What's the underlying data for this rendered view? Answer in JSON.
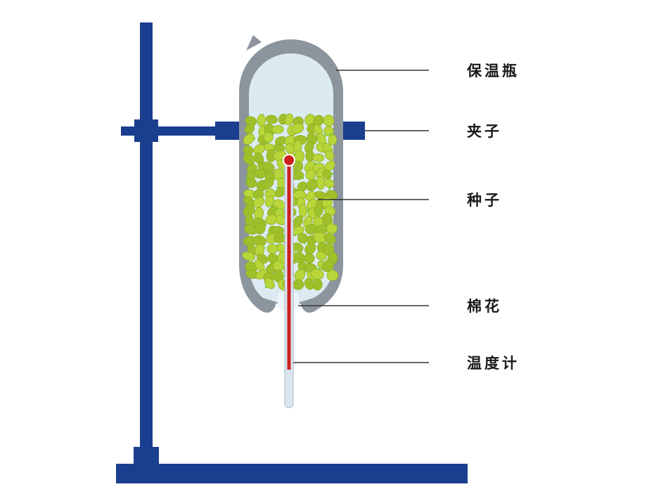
{
  "colors": {
    "stand": "#1b3f8f",
    "flask_wall": "#8c949e",
    "flask_inner": "#dcebf2",
    "seed_fill": "#b8d63a",
    "seed_shade": "#9fc02a",
    "sprout": "#6fd23a",
    "thermometer_liquid": "#cc1f1f",
    "thermometer_glass": "#d9e6f0"
  },
  "labels": {
    "flask": "保温瓶",
    "clamp": "夹子",
    "seeds": "种子",
    "cotton": "棉花",
    "thermometer": "温度计"
  }
}
